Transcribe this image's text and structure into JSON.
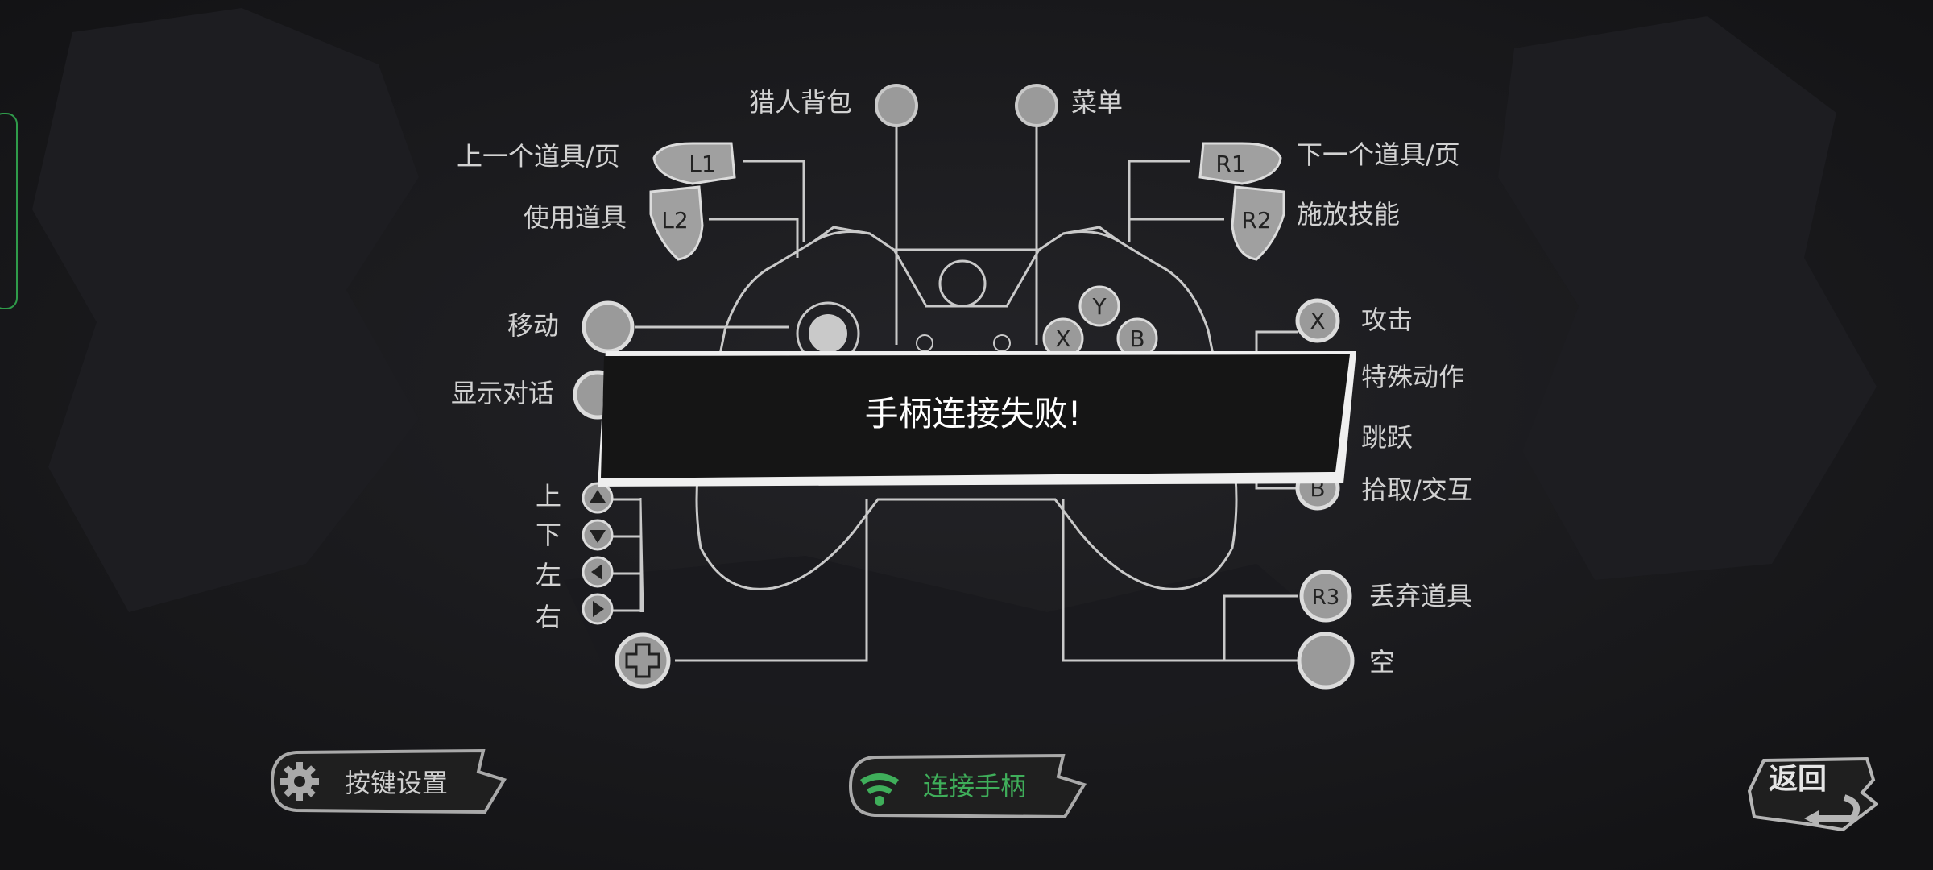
{
  "controls": {
    "hunter_backpack": "猎人背包",
    "menu": "菜单",
    "prev_item": "上一个道具/页",
    "use_item": "使用道具",
    "next_item": "下一个道具/页",
    "cast_skill": "施放技能",
    "move": "移动",
    "show_dialog": "显示对话",
    "attack": "攻击",
    "special_action": "特殊动作",
    "jump": "跳跃",
    "pickup_interact": "拾取/交互",
    "up": "上",
    "down": "下",
    "left": "左",
    "right": "右",
    "drop_item": "丢弃道具",
    "empty": "空"
  },
  "badges": {
    "l1": "L1",
    "l2": "L2",
    "r1": "R1",
    "r2": "R2",
    "r3": "R3",
    "x": "X",
    "y": "Y",
    "b": "B"
  },
  "toast": {
    "message": "手柄连接失败!"
  },
  "buttons": {
    "key_settings": "按键设置",
    "connect_controller": "连接手柄",
    "back": "返回"
  },
  "colors": {
    "accent_green": "#3fae5a",
    "background": "#17171a"
  },
  "icons": {
    "settings": "gear-icon",
    "connect": "wifi-icon",
    "back": "return-arrow-icon"
  }
}
